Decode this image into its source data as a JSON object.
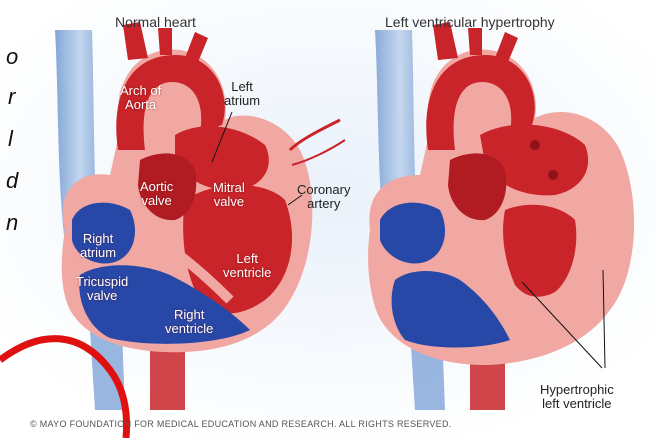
{
  "titles": {
    "normal": "Normal heart",
    "hypertrophy": "Left ventricular hypertrophy"
  },
  "labels": {
    "arch_of_aorta": [
      "Arch of",
      "Aorta"
    ],
    "left_atrium": [
      "Left",
      "atrium"
    ],
    "aortic_valve": [
      "Aortic",
      "valve"
    ],
    "mitral_valve": [
      "Mitral",
      "valve"
    ],
    "coronary_artery": [
      "Coronary",
      "artery"
    ],
    "right_atrium": [
      "Right",
      "atrium"
    ],
    "tricuspid_valve": [
      "Tricuspid",
      "valve"
    ],
    "left_ventricle": [
      "Left",
      "ventricle"
    ],
    "right_ventricle": [
      "Right",
      "ventricle"
    ],
    "hypertrophic_lv": [
      "Hypertrophic",
      "left ventricle"
    ]
  },
  "side_text": [
    "o",
    "r",
    "l",
    "d",
    "n"
  ],
  "copyright": "© MAYO FOUNDATION FOR MEDICAL EDUCATION AND RESEARCH. ALL RIGHTS RESERVED.",
  "colors": {
    "red": "#c8242a",
    "red_dark": "#8e1418",
    "pink_wall": "#f2a8a2",
    "blue": "#2848a8",
    "blue_dark": "#16276a",
    "blue_vessel": "#8fb3dd",
    "annotation": "#e01010"
  }
}
